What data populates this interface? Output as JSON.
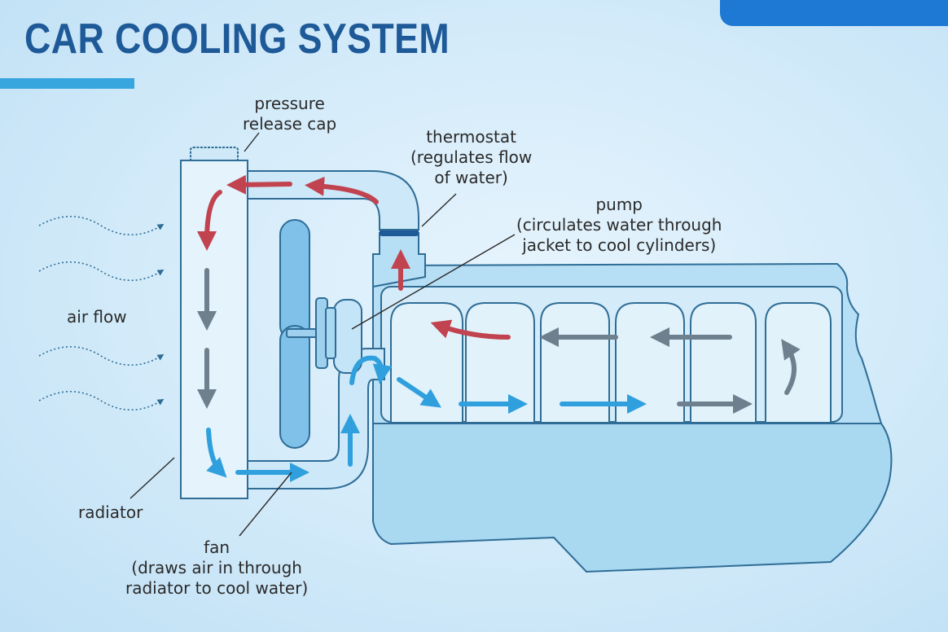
{
  "title": "CAR COOLING SYSTEM",
  "colors": {
    "background": "#d2eaf9",
    "title": "#1f5a98",
    "accent": "#38a6de",
    "hot_flow": "#c0434f",
    "cool_flow": "#2fa0dd",
    "neutral_flow": "#6e7f8e"
  },
  "labels": {
    "pressure_cap": [
      "pressure",
      "release cap"
    ],
    "thermostat": [
      "thermostat",
      "(regulates flow",
      "of water)"
    ],
    "pump": [
      "pump",
      "(circulates water through",
      "jacket to cool cylinders)"
    ],
    "air_flow": "air flow",
    "radiator": "radiator",
    "fan": [
      "fan",
      "(draws air in through",
      "radiator to cool water)"
    ]
  }
}
